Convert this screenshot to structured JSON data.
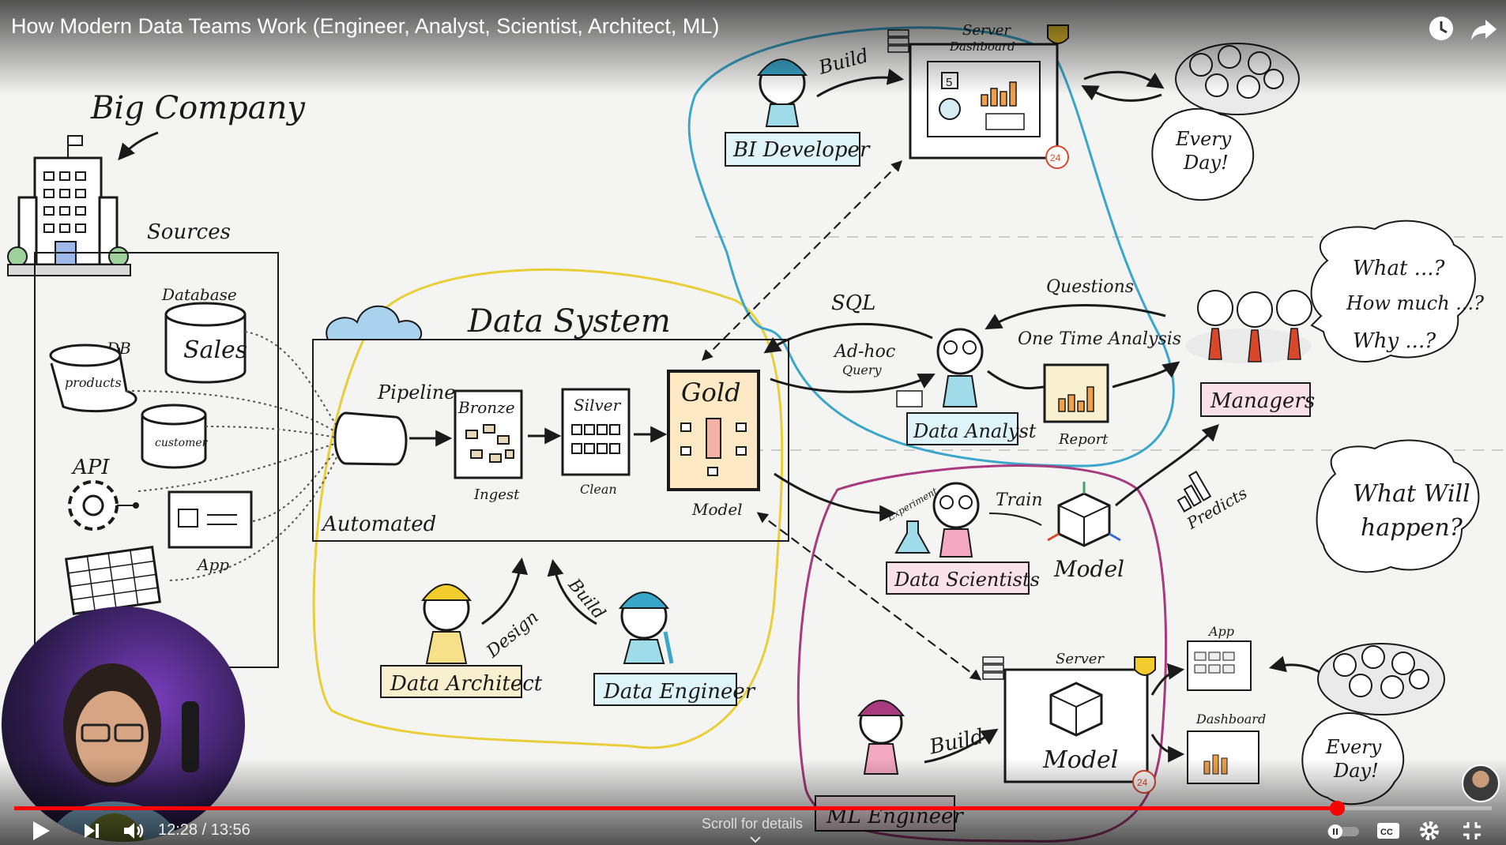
{
  "video": {
    "title": "How Modern Data Teams Work (Engineer, Analyst, Scientist, Architect, ML)",
    "time_current": "12:28",
    "time_separator": "/",
    "time_total": "13:56",
    "progress": 0.895,
    "scroll_hint": "Scroll for details"
  },
  "icons": {
    "watch_later": "clock-icon",
    "share": "share-arrow-icon",
    "play": "play-icon",
    "next": "next-icon",
    "volume": "volume-icon",
    "autoplay": "autoplay-toggle-icon",
    "captions": "cc-icon",
    "settings": "gear-icon",
    "fullscreen": "fullscreen-icon",
    "scroll": "chevron-down-icon"
  },
  "diagram": {
    "big_company": "Big Company",
    "sources": "Sources",
    "database_label": "Database",
    "sales": "Sales",
    "db_label": "DB",
    "products": "products",
    "customer": "customer",
    "api": "API",
    "app_source": "App",
    "data_system": "Data System",
    "pipeline": "Pipeline",
    "automated": "Automated",
    "bronze": "Bronze",
    "ingest": "Ingest",
    "silver": "Silver",
    "clean": "Clean",
    "gold": "Gold",
    "model_gold": "Model",
    "data_architect": "Data Architect",
    "design": "Design",
    "data_engineer": "Data Engineer",
    "build_engineer": "Build",
    "bi_developer": "BI Developer",
    "build_bi": "Build",
    "server_bi": "Server",
    "dashboard_bi": "Dashboard",
    "badge_5": "5",
    "badge_24_bi": "24",
    "every_day_1": "Every",
    "every_day_2": "Day!",
    "sql": "SQL",
    "adhoc_1": "Ad-hoc",
    "adhoc_2": "Query",
    "questions": "Questions",
    "one_time_analysis": "One Time Analysis",
    "data_analyst": "Data Analyst",
    "report": "Report",
    "managers": "Managers",
    "what": "What ...?",
    "how_much": "How much ...?",
    "why": "Why ...?",
    "experiment": "Experiment",
    "train": "Train",
    "data_scientists": "Data Scientists",
    "model_ds": "Model",
    "predicts": "Predicts",
    "what_will_1": "What Will",
    "what_will_2": "happen?",
    "server_ml": "Server",
    "model_ml": "Model",
    "badge_24_ml": "24",
    "app_ml": "App",
    "dashboard_ml": "Dashboard",
    "every_day_ml_1": "Every",
    "every_day_ml_2": "Day!",
    "ml_engineer": "ML Engineer",
    "build_ml": "Build"
  },
  "colors": {
    "progress": "#ff0000",
    "yellow_loop": "#e8cf3a",
    "blue_loop": "#3aa6c9",
    "magenta_loop": "#a83a7e",
    "gold_box": "#fde9c4",
    "teal_label": "#dff4f8",
    "pink_label": "#f8e1e9",
    "yellow_label": "#f8f0cf"
  }
}
